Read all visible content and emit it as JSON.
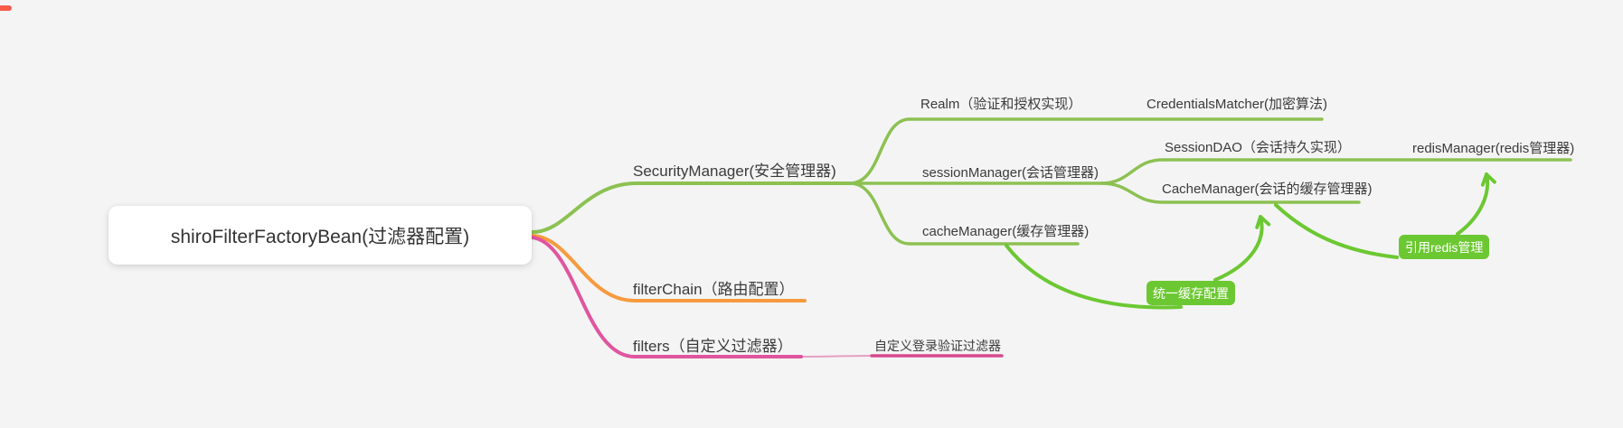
{
  "colors": {
    "background": "#f4f4f4",
    "branch_green": "#8CC152",
    "relation_green": "#6CC832",
    "branch_orange": "#F79A3F",
    "branch_pink": "#E0559F",
    "branch_pink_dark": "#D8498F",
    "text": "#3b3b3b",
    "callout_bg": "#6CC832",
    "callout_text": "#ffffff",
    "corner_mark": "#f85b4b"
  },
  "mindmap": {
    "root": {
      "label": "shiroFilterFactoryBean(过滤器配置)"
    },
    "security_manager": {
      "label": "SecurityManager(安全管理器)",
      "realm": {
        "label": "Realm（验证和授权实现）",
        "credentials_matcher": {
          "label": "CredentialsMatcher(加密算法)"
        }
      },
      "session_manager": {
        "label": "sessionManager(会话管理器)",
        "session_dao": {
          "label": "SessionDAO（会话持久实现）",
          "redis_manager": {
            "label": "redisManager(redis管理器)"
          }
        },
        "cache_manager": {
          "label": "CacheManager(会话的缓存管理器)"
        }
      },
      "cache_manager": {
        "label": "cacheManager(缓存管理器)"
      }
    },
    "filter_chain": {
      "label": "filterChain（路由配置）"
    },
    "filters": {
      "label": "filters（自定义过滤器）",
      "custom_login_filter": {
        "label": "自定义登录验证过滤器"
      }
    },
    "callouts": {
      "unified_cache": {
        "label": "统一缓存配置"
      },
      "ref_redis": {
        "label": "引用redis管理"
      }
    }
  }
}
